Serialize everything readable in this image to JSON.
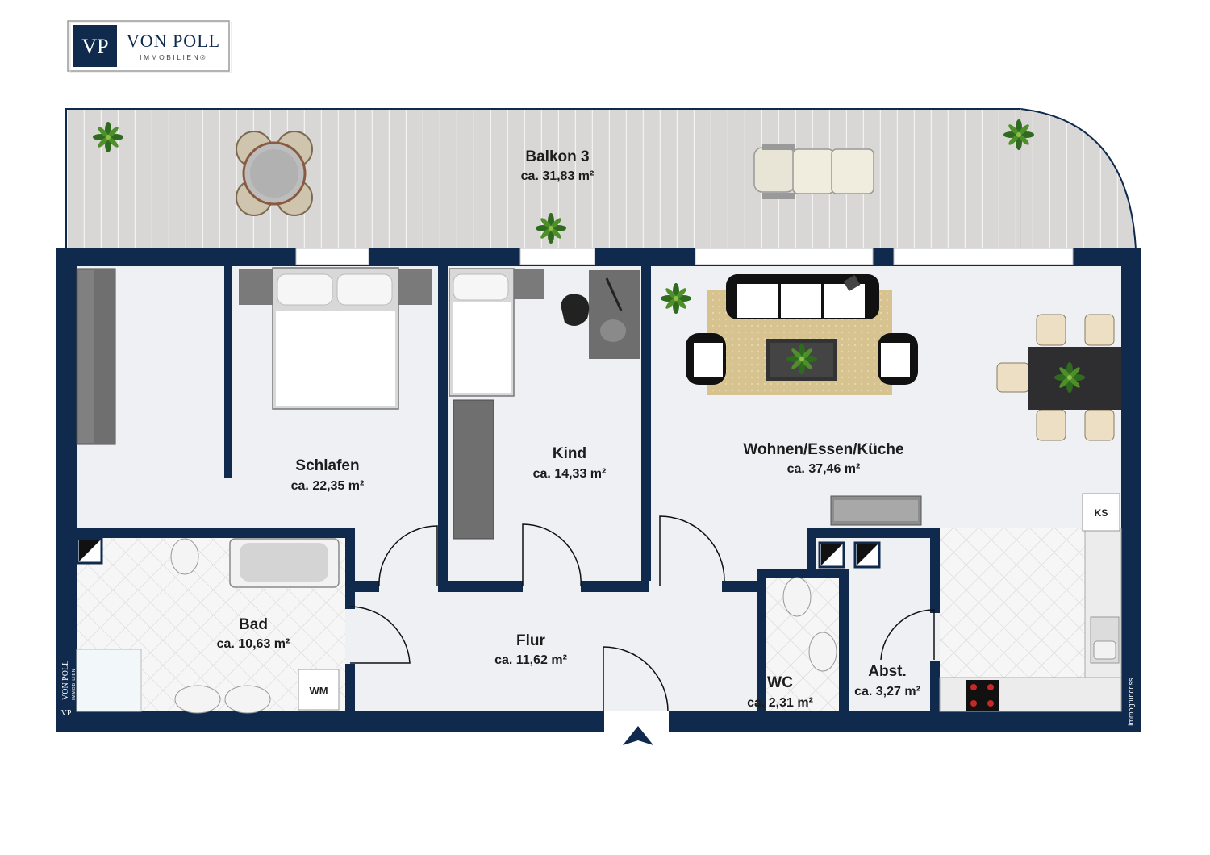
{
  "brand": {
    "monogram": "VP",
    "name": "VON POLL",
    "subtitle": "IMMOBILIEN®",
    "side_name": "VON POLL",
    "side_subtitle": "IMMOBILIEN",
    "credit": "Immogrundriss"
  },
  "colors": {
    "wall": "#0f2a4d",
    "floor": "#eef0f4",
    "balcony": "#d9d7d5",
    "tile": "#f4f4f4",
    "rug": "#d8c79a",
    "furniture_dark": "#6e6e6e"
  },
  "rooms": {
    "balkon": {
      "name": "Balkon 3",
      "area": "ca. 31,83 m²"
    },
    "schlafen": {
      "name": "Schlafen",
      "area": "ca. 22,35 m²"
    },
    "kind": {
      "name": "Kind",
      "area": "ca. 14,33 m²"
    },
    "wohnen": {
      "name": "Wohnen/Essen/Küche",
      "area": "ca. 37,46 m²"
    },
    "bad": {
      "name": "Bad",
      "area": "ca. 10,63 m²"
    },
    "flur": {
      "name": "Flur",
      "area": "ca. 11,62 m²"
    },
    "wc": {
      "name": "WC",
      "area": "ca. 2,31 m²"
    },
    "abst": {
      "name": "Abst.",
      "area": "ca. 3,27 m²"
    }
  },
  "fixtures": {
    "fridge": "KS",
    "washer": "WM"
  },
  "icons": [
    "entrance-arrow-icon",
    "plant-icon",
    "shaft-icon"
  ]
}
